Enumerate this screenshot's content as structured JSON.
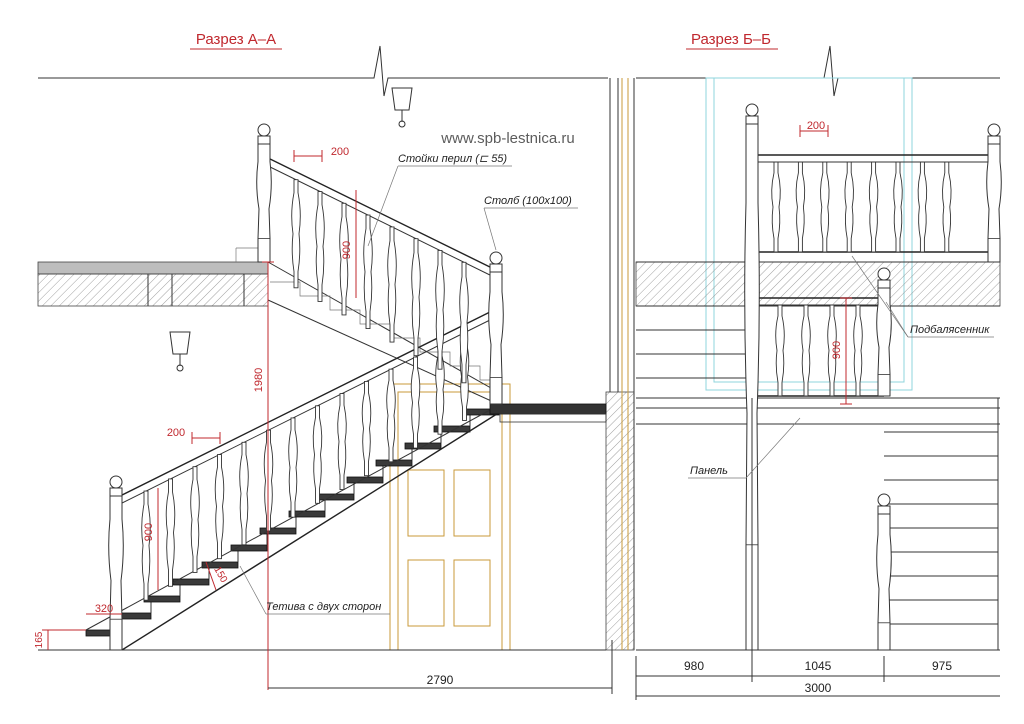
{
  "sections": {
    "left_title": "Разрез А–А",
    "right_title": "Разрез Б–Б"
  },
  "watermark": "www.spb-lestnica.ru",
  "labels": {
    "balusters": "Стойки перил (⊏ 55)",
    "newel": "Столб (100х100)",
    "stringer": "Тетива с двух сторон",
    "sub_baluster": "Подбалясенник",
    "panel": "Панель"
  },
  "dimensions": {
    "left_spacing_top": "200",
    "left_spacing_bottom": "200",
    "left_rail_height_upper": "900",
    "left_rail_height_lower": "900",
    "left_floor_height": "1980",
    "tread_depth": "320",
    "first_riser": "165",
    "riser_diag": "150",
    "left_total": "2790",
    "right_spacing_top": "200",
    "right_rail_height": "900",
    "right_seg_1": "980",
    "right_seg_2": "1045",
    "right_seg_3": "975",
    "right_total": "3000"
  },
  "colors": {
    "annotation": "#c0282e",
    "line": "#333333",
    "wood": "#c89a3a",
    "glass": "#8fd4dc"
  }
}
